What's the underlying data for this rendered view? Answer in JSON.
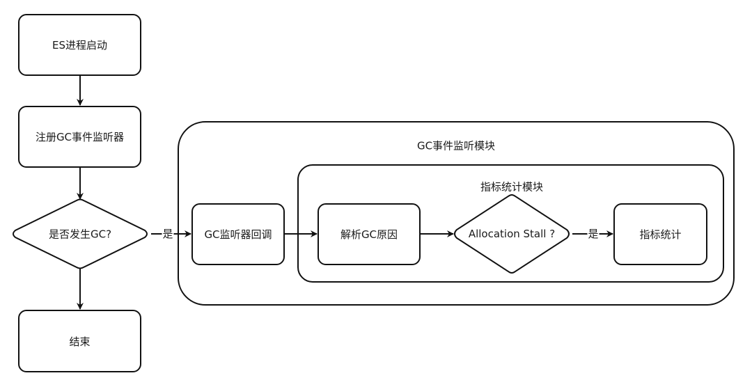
{
  "diagram": {
    "nodes": {
      "start": "ES进程启动",
      "register": "注册GC事件监听器",
      "gc_decision": "是否发生GC?",
      "end": "结束",
      "gc_callback": "GC监听器回调",
      "parse_cause": "解析GC原因",
      "stall_decision": "Allocation Stall ?",
      "metrics": "指标统计"
    },
    "containers": {
      "gc_module": "GC事件监听模块",
      "metrics_module": "指标统计模块"
    },
    "edges": [
      {
        "from": "start",
        "to": "register",
        "label": ""
      },
      {
        "from": "register",
        "to": "gc_decision",
        "label": ""
      },
      {
        "from": "gc_decision",
        "to": "end",
        "label": ""
      },
      {
        "from": "gc_decision",
        "to": "gc_callback",
        "label": "是"
      },
      {
        "from": "gc_callback",
        "to": "parse_cause",
        "label": ""
      },
      {
        "from": "parse_cause",
        "to": "stall_decision",
        "label": ""
      },
      {
        "from": "stall_decision",
        "to": "metrics",
        "label": "是"
      }
    ]
  }
}
